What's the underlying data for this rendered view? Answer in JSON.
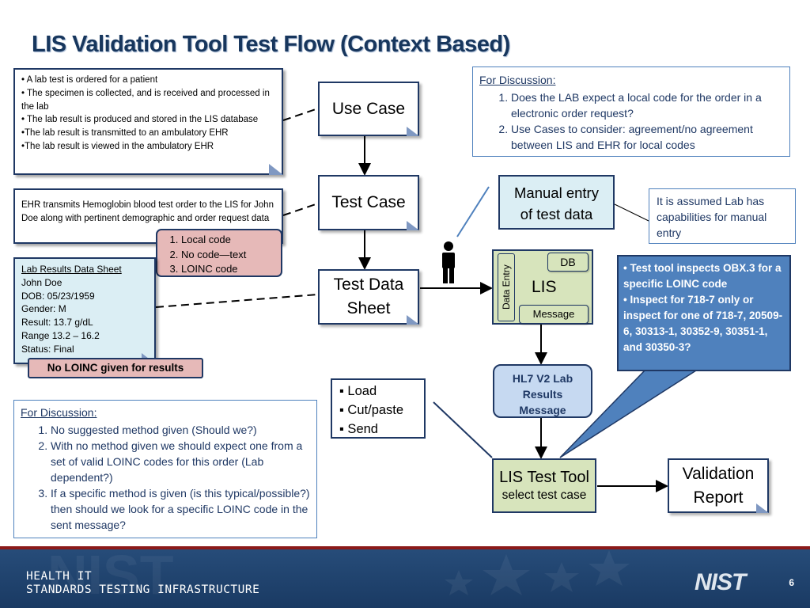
{
  "title": "LIS Validation Tool Test Flow (Context Based)",
  "scenario_note": {
    "lines": [
      "• A lab test is ordered for a patient",
      "• The specimen is collected, and is received and processed in the lab",
      "• The lab result  is produced and stored in the LIS database",
      "•The lab result is transmitted to an ambulatory EHR",
      "•The lab result is viewed in the ambulatory  EHR"
    ]
  },
  "test_case_note": {
    "text": "EHR transmits Hemoglobin blood test order to the LIS for John Doe along with pertinent demographic and order request data"
  },
  "code_options": {
    "items": [
      "Local code",
      "No code—text",
      "LOINC code"
    ]
  },
  "data_sheet_note": {
    "heading": "Lab Results Data Sheet",
    "lines": [
      "John Doe",
      "DOB: 05/23/1959",
      "Gender: M",
      "Result: 13.7 g/dL",
      "Range 13.2 – 16.2",
      "Status: Final"
    ]
  },
  "no_loinc_label": "No LOINC given for results",
  "flow": {
    "use_case": "Use Case",
    "test_case": "Test Case",
    "test_data_sheet_line1": "Test Data",
    "test_data_sheet_line2": "Sheet",
    "manual_entry_line1": "Manual entry",
    "manual_entry_line2": "of test data",
    "lis": "LIS",
    "db": "DB",
    "data_entry": "Data Entry",
    "message": "Message",
    "hl7_line1": "HL7 V2 Lab",
    "hl7_line2": "Results",
    "hl7_line3": "Message",
    "test_tool_line1": "LIS Test Tool",
    "test_tool_line2": "select test case",
    "validation_line1": "Validation",
    "validation_line2": "Report"
  },
  "discussion_top": {
    "heading": "For Discussion:",
    "items": [
      "Does the LAB expect a local code for the order in a electronic order request?",
      "Use Cases to consider: agreement/no agreement between LIS and EHR for local codes"
    ]
  },
  "assumption_note": "It is assumed Lab has capabilities for manual entry",
  "inspect_callout": {
    "lines": [
      "• Test tool  inspects OBX.3 for a specific LOINC code",
      "• Inspect for 718-7 only or inspect for one of  718-7, 20509-6, 30313-1, 30352-9, 30351-1, and 30350-3?"
    ]
  },
  "load_options": [
    "▪ Load",
    "▪ Cut/paste",
    "▪ Send"
  ],
  "discussion_bottom": {
    "heading": "For Discussion:",
    "items": [
      "No suggested method given (Should we?)",
      "With no method given we should expect one from a set of valid LOINC codes for this order (Lab dependent?)",
      "If a specific method is given (is this typical/possible?) then should we look for a specific LOINC code in the sent message?"
    ]
  },
  "footer": {
    "line1": "HEALTH IT",
    "line2": "STANDARDS TESTING INFRASTRUCTURE",
    "logo": "NIST",
    "page_number": "6"
  },
  "colors": {
    "title": "#17365d",
    "border": "#1f3864",
    "pink": "#e6b9b8",
    "light_blue": "#dbeef4",
    "lis_green": "#d7e4bc",
    "callout_blue": "#4f81bd",
    "footer_blue": "#1f4470"
  }
}
